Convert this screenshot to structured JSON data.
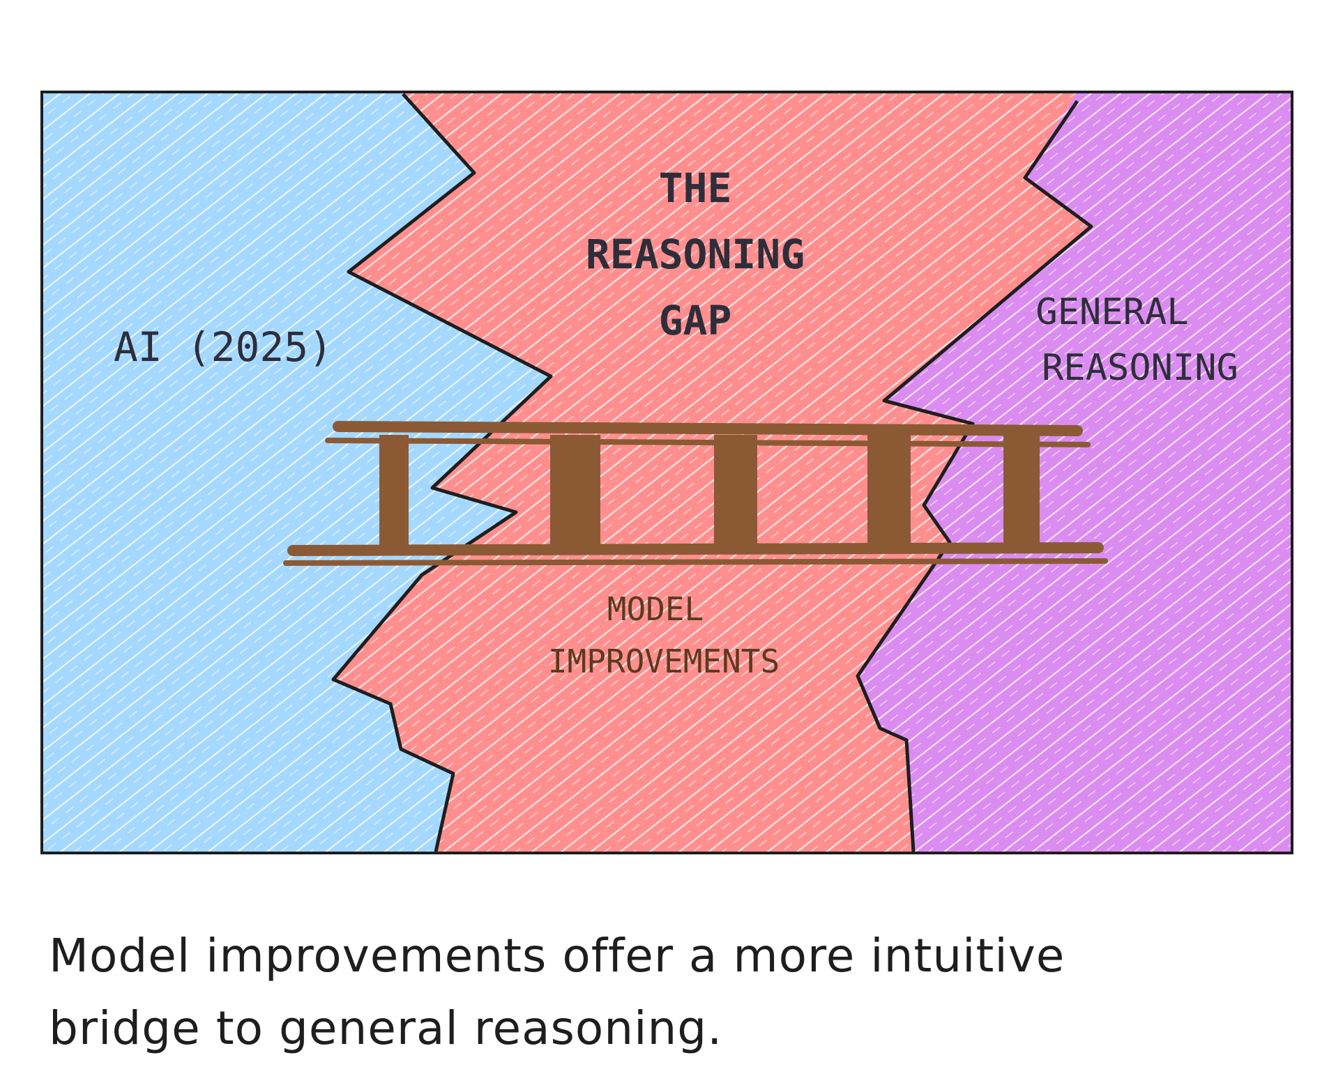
{
  "labels": {
    "left_region": "AI (2025)",
    "gap_line1": "THE",
    "gap_line2": "REASONING",
    "gap_line3": "GAP",
    "right_line1": "GENERAL",
    "right_line2": "REASONING",
    "bridge_line1": "MODEL",
    "bridge_line2": "IMPROVEMENTS"
  },
  "caption": {
    "line1": "Model improvements offer a more intuitive",
    "line2": "bridge to general reasoning."
  },
  "colors": {
    "left_region": "#a5d8ff",
    "gap_region": "#ff8f8f",
    "right_region": "#da8cf0",
    "bridge": "#8b5a34",
    "outline": "#1e1e1e"
  }
}
